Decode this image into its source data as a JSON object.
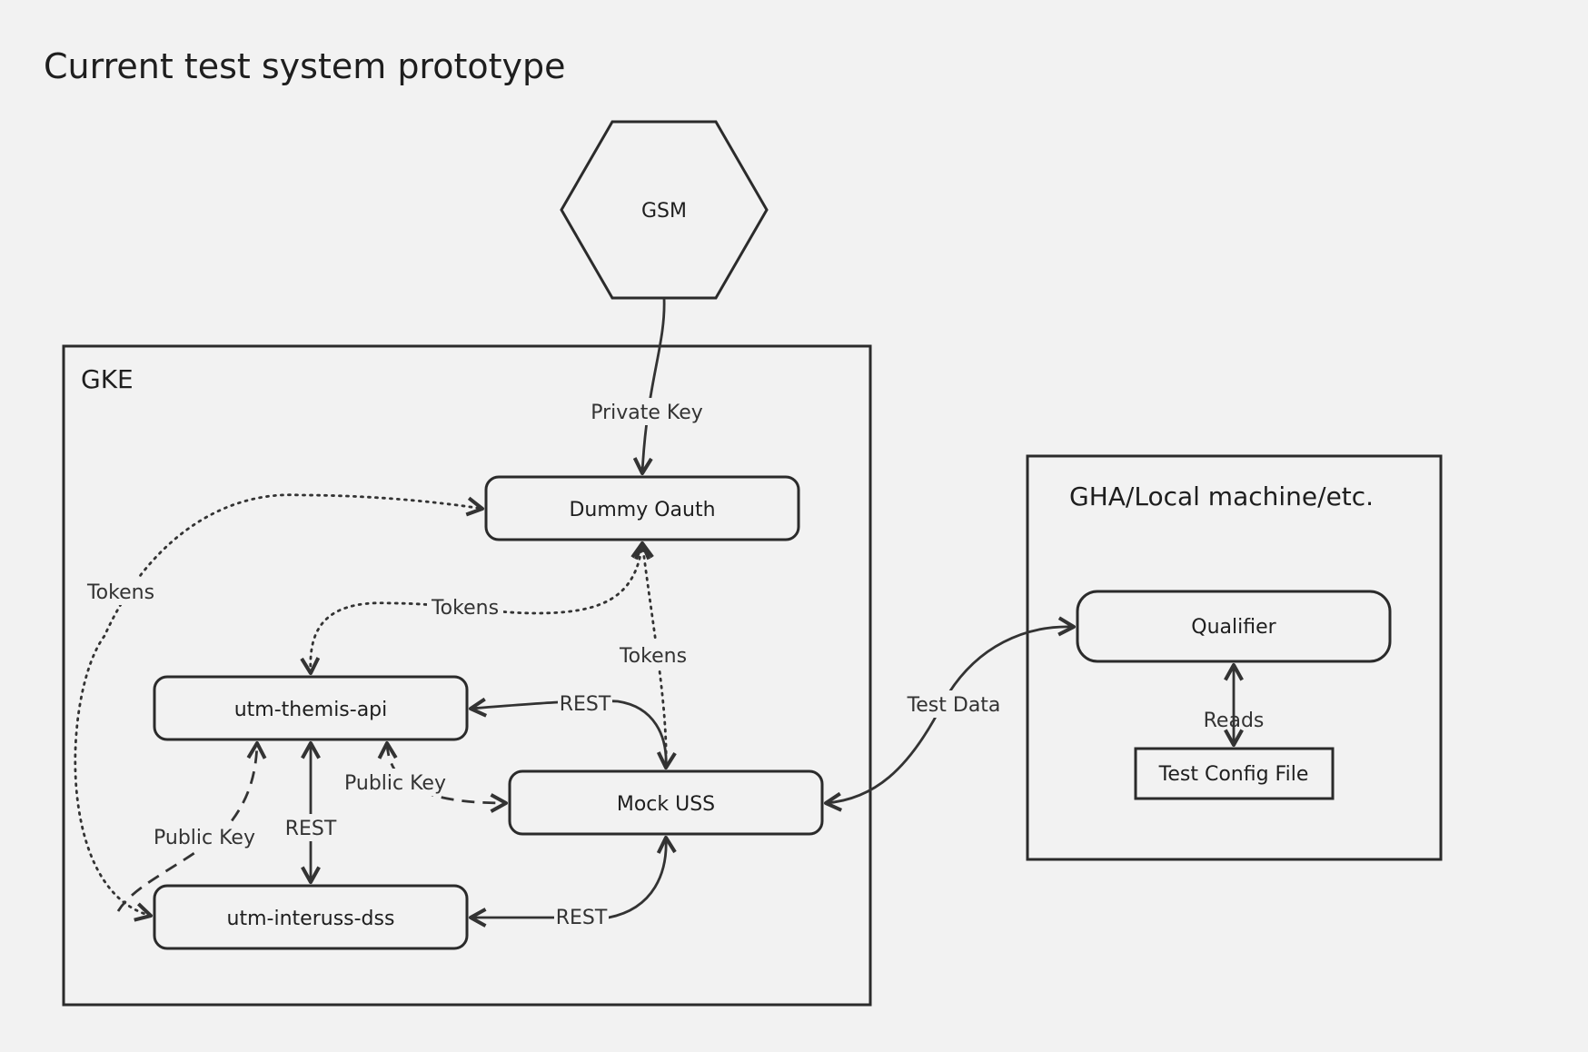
{
  "title": "Current test system prototype",
  "containers": {
    "gke": "GKE",
    "external": "GHA/Local machine/etc."
  },
  "nodes": {
    "gsm": "GSM",
    "dummy_oauth": "Dummy Oauth",
    "themis_api": "utm-themis-api",
    "mock_uss": "Mock USS",
    "interuss_dss": "utm-interuss-dss",
    "qualifier": "Qualifier",
    "test_config": "Test Config File"
  },
  "edges": {
    "gsm_oauth": "Private Key",
    "dss_oauth": "Tokens",
    "themis_oauth": "Tokens",
    "mock_oauth": "Tokens",
    "themis_mock": "REST",
    "themis_dss": "REST",
    "themis_mock_key": "Public Key",
    "dss_themis_key": "Public Key",
    "dss_mock": "REST",
    "qualifier_mock": "Test Data",
    "qualifier_config": "Reads"
  }
}
